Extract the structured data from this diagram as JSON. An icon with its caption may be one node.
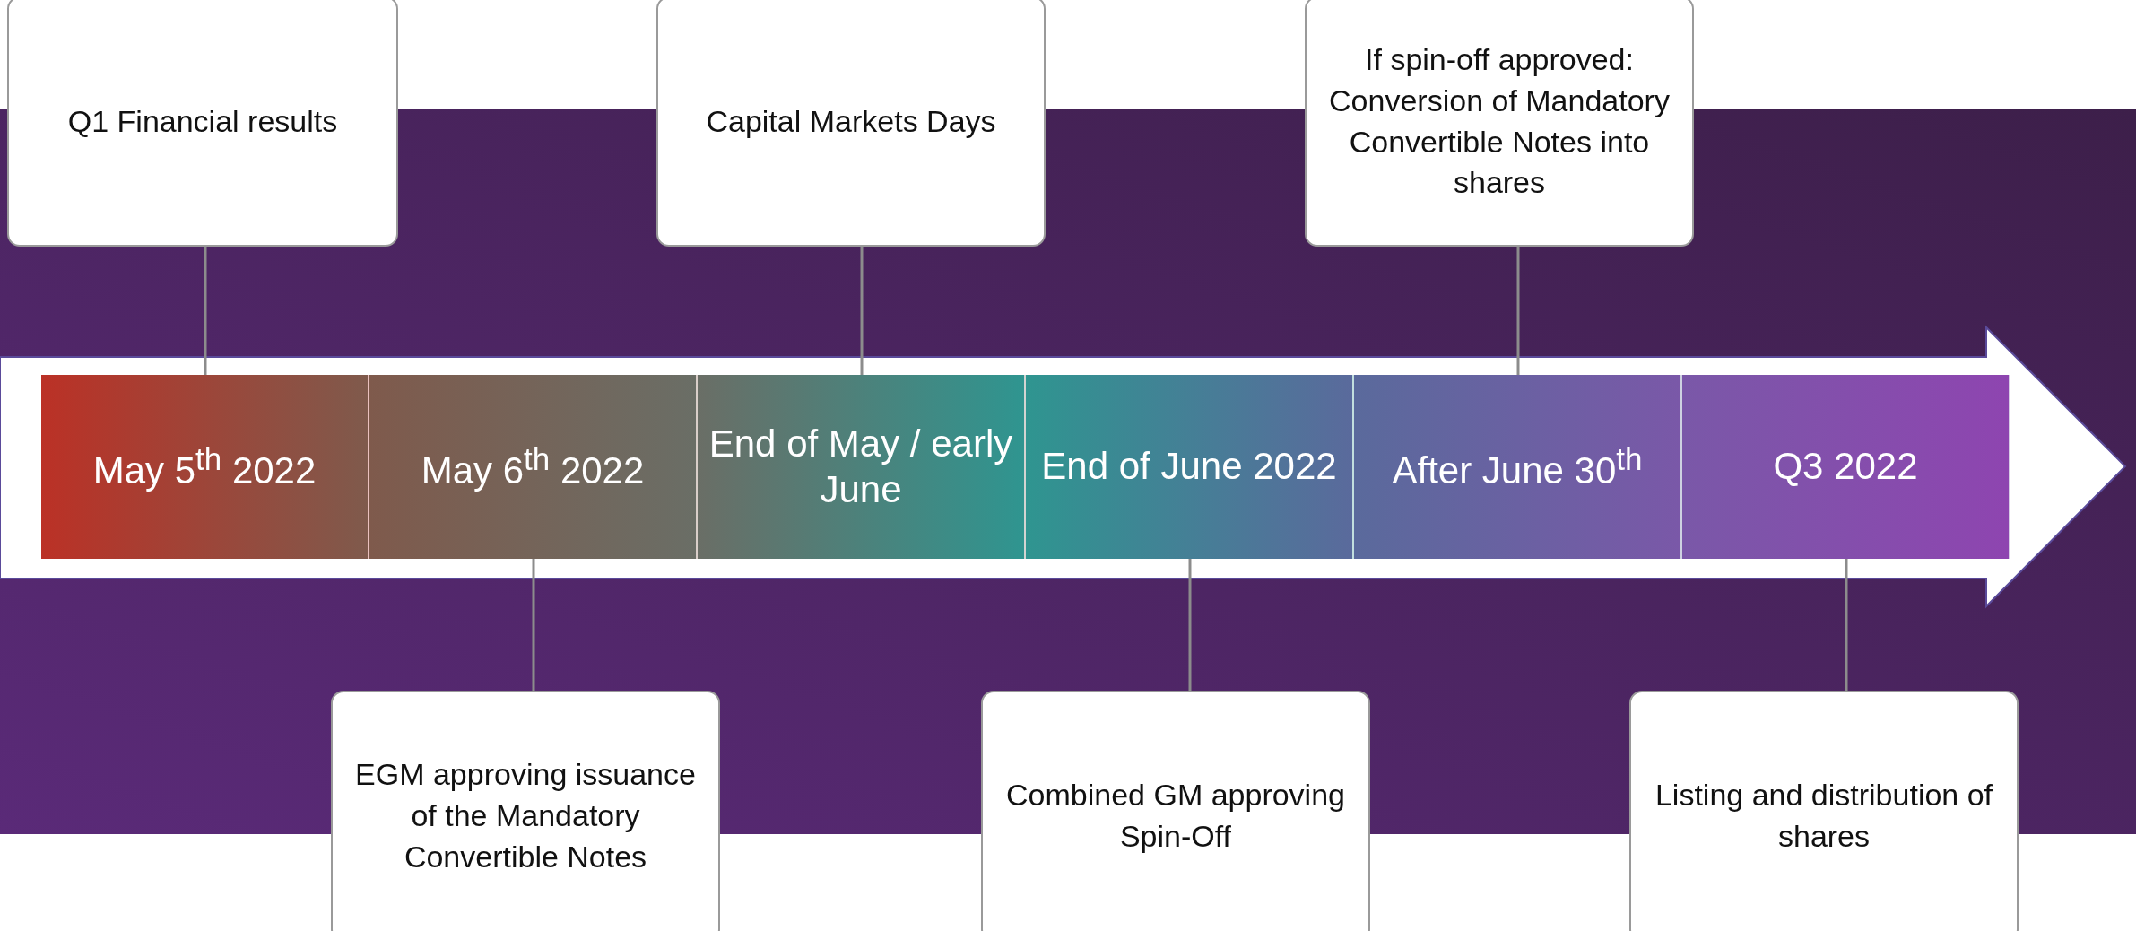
{
  "diagram": {
    "nodes": [
      {
        "text": [
          "Q1 Financial results"
        ]
      },
      {
        "text": [
          "Capital Markets Days"
        ]
      },
      {
        "text": [
          "If spin-off approved: Conversion of Mandatory Convertible Notes into shares"
        ]
      },
      {
        "text": [
          "May 5$^{th}$ 2022"
        ]
      },
      {
        "text": [
          "May 6$^{th}$ 2022"
        ]
      },
      {
        "text": [
          "End of May / early June"
        ]
      },
      {
        "text": [
          "End of June 2022"
        ]
      },
      {
        "text": [
          "After June 30$^{th}$"
        ]
      },
      {
        "text": [
          "Q3 2022"
        ]
      },
      {
        "text": [
          "EGM approving issuance of the Mandatory Convertible Notes"
        ]
      },
      {
        "text": [
          "Combined GM approving Spin-Off"
        ]
      },
      {
        "text": [
          "Listing and distribution of shares"
        ]
      }
    ],
    "edges": [
      {
        "from": 0,
        "to": 3,
        "arrow": "none"
      },
      {
        "from": 1,
        "to": 5,
        "arrow": "none"
      },
      {
        "from": 2,
        "to": 7,
        "arrow": "none"
      },
      {
        "from": 9,
        "to": 4,
        "arrow": "none"
      },
      {
        "from": 10,
        "to": 6,
        "arrow": "none"
      },
      {
        "from": 11,
        "to": 8,
        "arrow": "none"
      }
    ]
  }
}
